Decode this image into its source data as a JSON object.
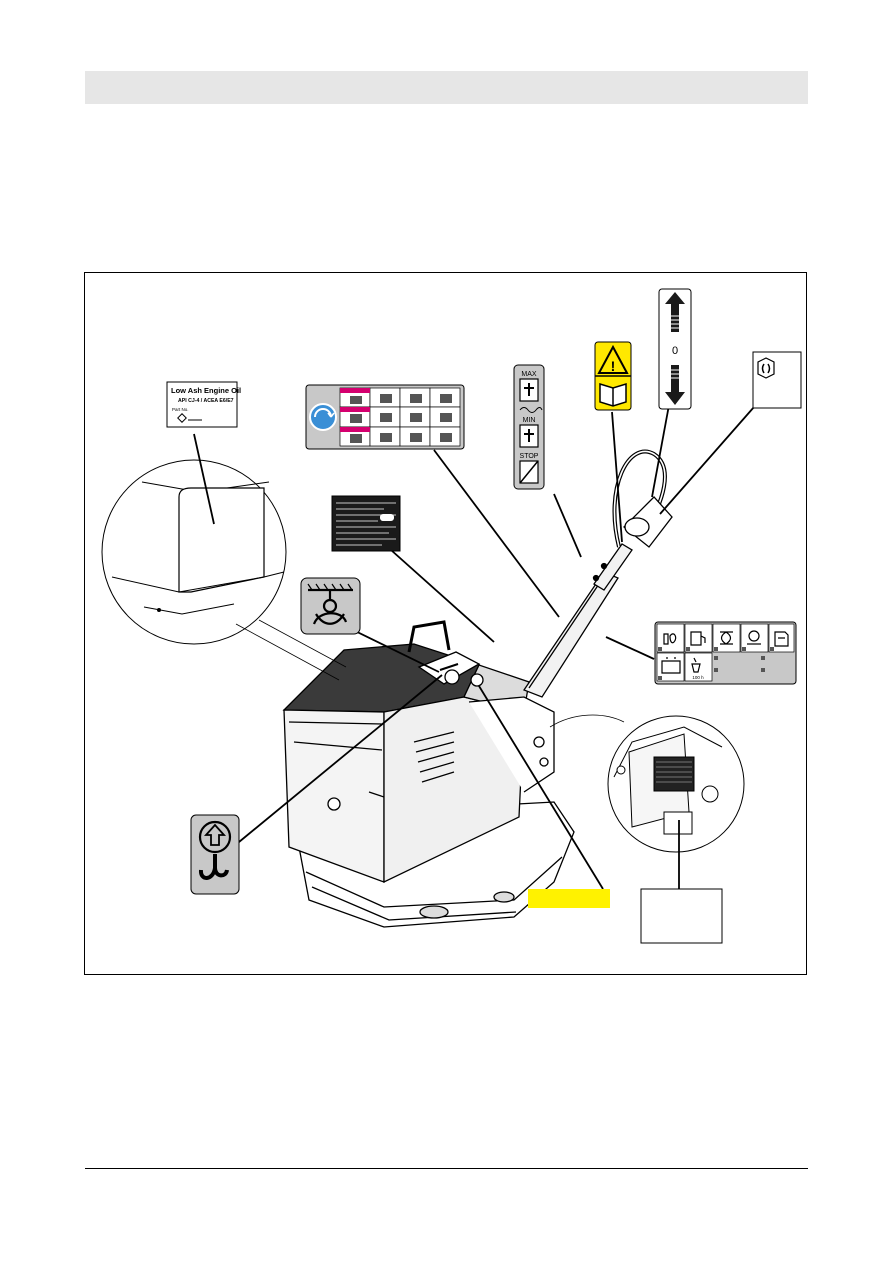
{
  "colors": {
    "header_band": "#e6e6e6",
    "warning_yellow": "#ffe800",
    "highlight_box": "#fff200",
    "decal_grey": "#c8c8c8",
    "decal_magenta": "#d4006f",
    "decal_blue": "#3a8fd6"
  },
  "figure": {
    "oil_decal": {
      "title": "Low Ash Engine Oil",
      "spec": "API CJ-4 / ACEA E6/E7",
      "part_no": "Part No."
    },
    "throttle_decal": {
      "max": "MAX",
      "min": "MIN",
      "stop": "STOP"
    },
    "direction_decal": {
      "zero": "0"
    },
    "maintenance_decal": {
      "hours": "100 h"
    },
    "icons": [
      "warning-triangle-icon",
      "read-manual-icon",
      "lifting-hook-icon",
      "tie-down-icon",
      "forward-arrow-icon",
      "reverse-arrow-icon",
      "ear-protection-icon",
      "engine-oil-icon",
      "fuel-icon",
      "air-filter-icon",
      "battery-icon"
    ]
  }
}
